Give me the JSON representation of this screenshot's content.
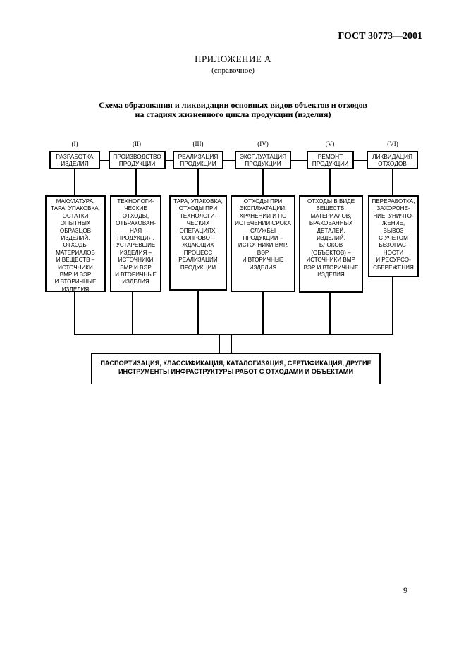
{
  "header": {
    "standard": "ГОСТ 30773—2001",
    "appendix": "ПРИЛОЖЕНИЕ А",
    "appendix_note": "(справочное)",
    "title_line1": "Схема образования и ликвидации основных видов объектов и отходов",
    "title_line2": "на стадиях жизненного цикла продукции (изделия)"
  },
  "stages": [
    {
      "numeral": "(I)",
      "label": "РАЗРАБОТКА\nИЗДЕЛИЯ",
      "waste": "МАКУЛАТУРА,\nТАРА, УПАКОВКА,\nОСТАТКИ\nОПЫТНЫХ\nОБРАЗЦОВ\nИЗДЕЛИЙ,\nОТХОДЫ\nМАТЕРИАЛОВ\nИ ВЕЩЕСТВ –\nИСТОЧНИКИ\nВМР И ВЭР\nИ ВТОРИЧНЫЕ\nИЗДЕЛИЯ"
    },
    {
      "numeral": "(II)",
      "label": "ПРОИЗВОДСТВО\nПРОДУКЦИИ",
      "waste": "ТЕХНОЛОГИ-\nЧЕСКИЕ\nОТХОДЫ,\nОТБРАКОВАН-\nНАЯ\nПРОДУКЦИЯ,\nУСТАРЕВШИЕ\nИЗДЕЛИЯ –\nИСТОЧНИКИ\nВМР И ВЭР\nИ ВТОРИЧНЫЕ\nИЗДЕЛИЯ"
    },
    {
      "numeral": "(III)",
      "label": "РЕАЛИЗАЦИЯ\nПРОДУКЦИИ",
      "waste": "ТАРА, УПАКОВКА,\nОТХОДЫ ПРИ\nТЕХНОЛОГИ-\nЧЕСКИХ\nОПЕРАЦИЯХ,\nСОПРОВО –\nЖДАЮЩИХ\nПРОЦЕСС\nРЕАЛИЗАЦИИ\nПРОДУКЦИИ"
    },
    {
      "numeral": "(IV)",
      "label": "ЭКСПЛУАТАЦИЯ\nПРОДУКЦИИ",
      "waste": "ОТХОДЫ ПРИ\nЭКСПЛУАТАЦИИ,\nХРАНЕНИИ И ПО\nИСТЕЧЕНИИ СРОКА\nСЛУЖБЫ\nПРОДУКЦИИ –\nИСТОЧНИКИ ВМР,\nВЭР\nИ ВТОРИЧНЫЕ\nИЗДЕЛИЯ"
    },
    {
      "numeral": "(V)",
      "label": "РЕМОНТ\nПРОДУКЦИИ",
      "waste": "ОТХОДЫ В ВИДЕ\nВЕЩЕСТВ,\nМАТЕРИАЛОВ,\nБРАКОВАННЫХ\nДЕТАЛЕЙ,\nИЗДЕЛИЙ,\nБЛОКОВ\n(ОБЪЕКТОВ) –\nИСТОЧНИКИ ВМР,\nВЭР И ВТОРИЧНЫЕ\nИЗДЕЛИЯ"
    },
    {
      "numeral": "(VI)",
      "label": "ЛИКВИДАЦИЯ\nОТХОДОВ",
      "waste": "ПЕРЕРАБОТКА,\nЗАХОРОНЕ-\nНИЕ, УНИЧТО-\nЖЕНИЕ,\nВЫВОЗ\nС УЧЕТОМ\nБЕЗОПАС-\nНОСТИ\nИ РЕСУРСО-\nСБЕРЕЖЕНИЯ"
    }
  ],
  "bottom_box": "ПАСПОРТИЗАЦИЯ, КЛАССИФИКАЦИЯ, КАТАЛОГИЗАЦИЯ, СЕРТИФИКАЦИЯ, ДРУГИЕ\nИНСТРУМЕНТЫ ИНФРАСТРУКТУРЫ РАБОТ С ОТХОДАМИ И ОБЪЕКТАМИ",
  "page_number": "9"
}
